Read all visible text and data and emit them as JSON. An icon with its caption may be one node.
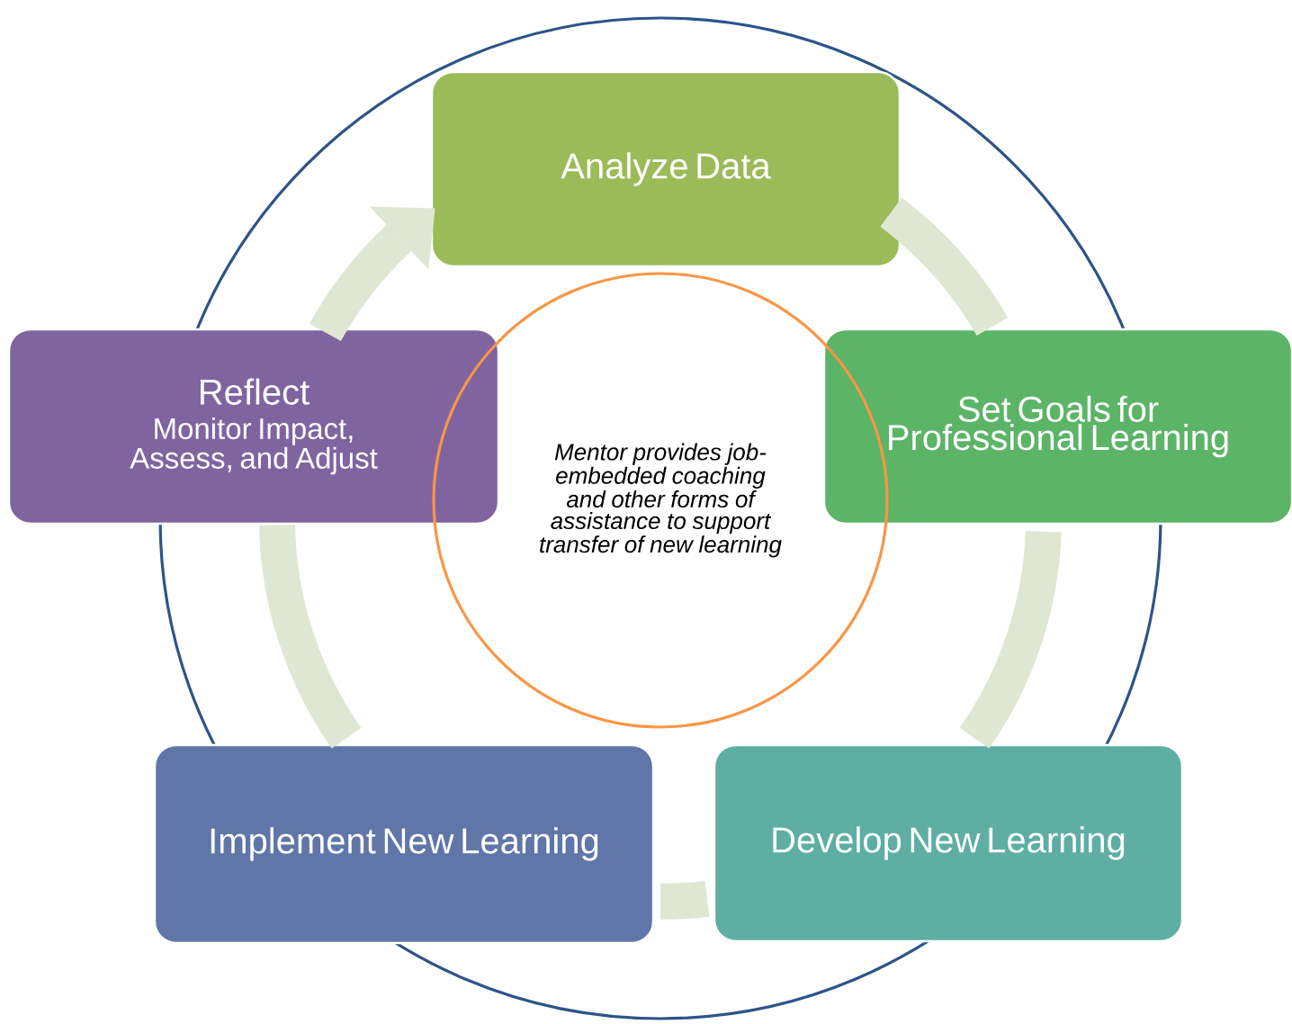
{
  "diagram": {
    "nodes": [
      {
        "text": [
          "Analyze Data"
        ]
      },
      {
        "text": [
          "Set Goals for Professional Learning"
        ]
      },
      {
        "text": [
          "Develop New Learning"
        ]
      },
      {
        "text": [
          "Implement New Learning"
        ]
      },
      {
        "text": [
          "Reflect",
          "Monitor Impact, Assess, and Adjust"
        ]
      },
      {
        "text": [
          "Mentor provides job-embedded coaching and other forms of assistance to support transfer of new learning"
        ]
      }
    ],
    "edges": [
      {
        "from": 0,
        "to": 1,
        "arrow": "none"
      },
      {
        "from": 1,
        "to": 2,
        "arrow": "none"
      },
      {
        "from": 2,
        "to": 3,
        "arrow": "none"
      },
      {
        "from": 3,
        "to": 4,
        "arrow": "none"
      },
      {
        "from": 4,
        "to": 0,
        "arrow": "to"
      }
    ]
  }
}
